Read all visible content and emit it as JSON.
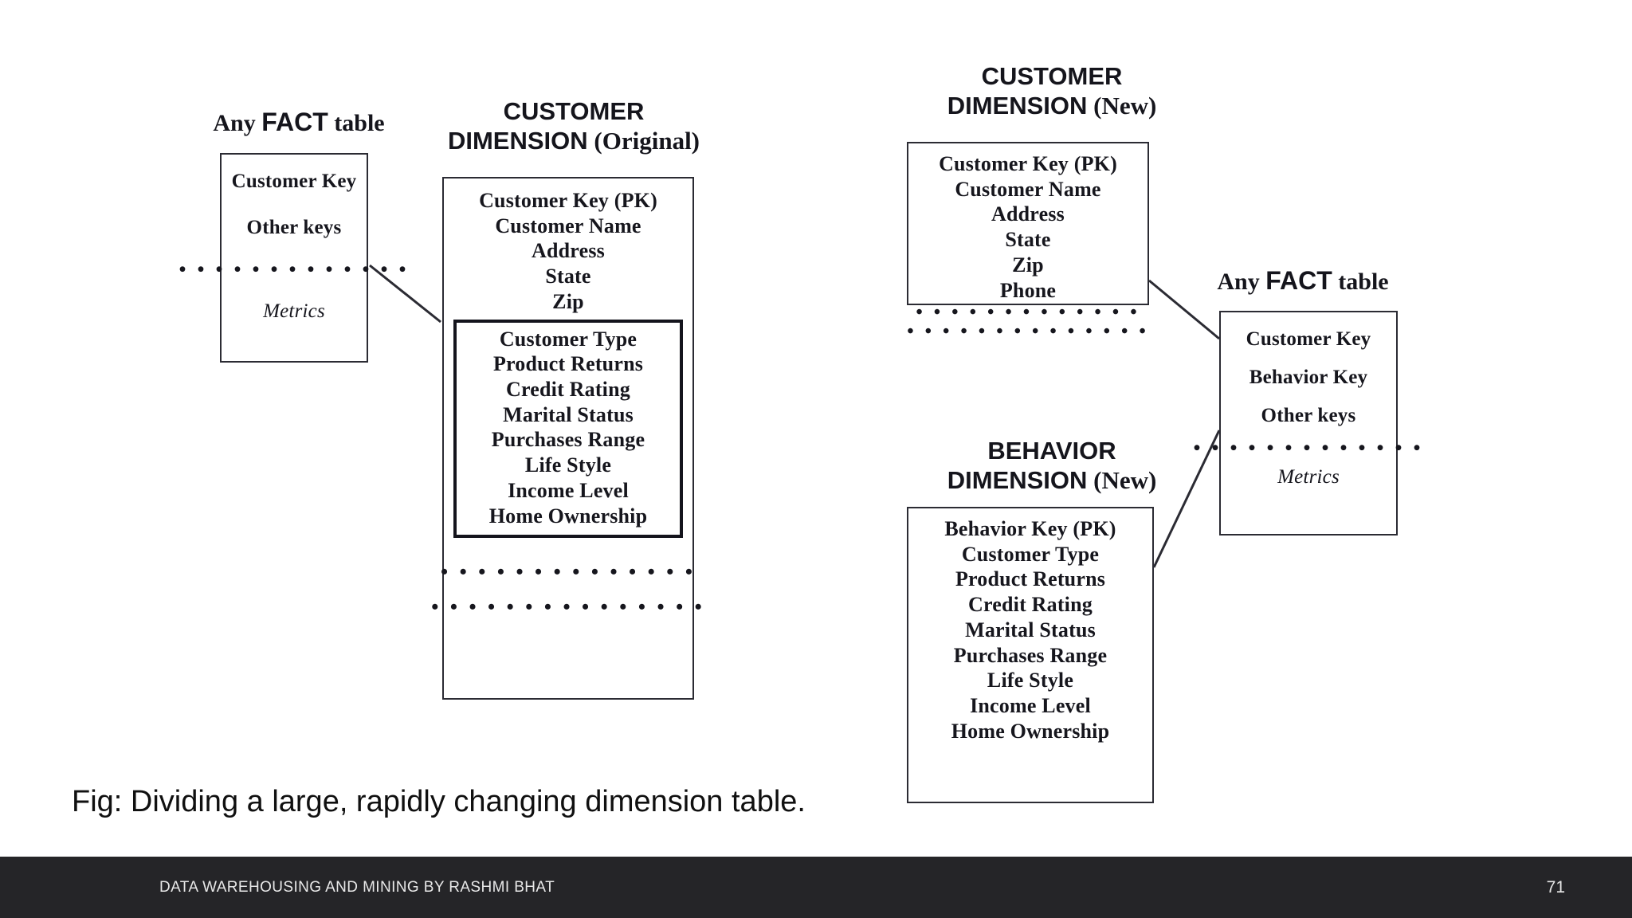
{
  "slide": {
    "caption": "Fig: Dividing a large, rapidly changing dimension table.",
    "background_color": "#ffffff",
    "ink_color": "#16161d"
  },
  "footer": {
    "text": "DATA WAREHOUSING AND MINING BY RASHMI BHAT",
    "page_number": "71",
    "background_color": "#252528",
    "text_color": "#e8e8e8"
  },
  "diagram": {
    "fact_left": {
      "title_plain": "Any ",
      "title_bold": "FACT",
      "title_tail": " table",
      "fields": [
        "Customer Key",
        "Other keys"
      ],
      "dots": "• • • • • • • • • • • • •",
      "metrics": "Metrics"
    },
    "customer_dimension_original": {
      "title_line1": "CUSTOMER",
      "title_line2_bold": "DIMENSION",
      "title_line2_tail": " (Original)",
      "fields": [
        "Customer Key (PK)",
        "Customer Name",
        "Address",
        "State",
        "Zip"
      ],
      "highlighted_fields": [
        "Customer Type",
        "Product Returns",
        "Credit Rating",
        "Marital Status",
        "Purchases Range",
        "Life Style",
        "Income Level",
        "Home Ownership"
      ],
      "dots_1": "• • • • • • • • • • • • • •",
      "dots_2": "• • • • • • • • • • • • • • •"
    },
    "customer_dimension_new": {
      "title_line1": "CUSTOMER",
      "title_line2_bold": "DIMENSION",
      "title_line2_tail": " (New)",
      "fields": [
        "Customer Key (PK)",
        "Customer Name",
        "Address",
        "State",
        "Zip",
        "Phone"
      ],
      "dots_1": "• • • • • • • • • • • • •",
      "dots_2": "• • • • • • • • • • • • • •"
    },
    "behavior_dimension_new": {
      "title_line1": "BEHAVIOR",
      "title_line2_bold": "DIMENSION",
      "title_line2_tail": " (New)",
      "fields": [
        "Behavior Key (PK)",
        "Customer Type",
        "Product Returns",
        "Credit Rating",
        "Marital Status",
        "Purchases Range",
        "Life Style",
        "Income Level",
        "Home Ownership"
      ]
    },
    "fact_right": {
      "title_plain": "Any ",
      "title_bold": "FACT",
      "title_tail": " table",
      "fields": [
        "Customer Key",
        "Behavior Key",
        "Other keys"
      ],
      "dots": "• • • • • • • • • • • • •",
      "metrics": "Metrics"
    }
  }
}
